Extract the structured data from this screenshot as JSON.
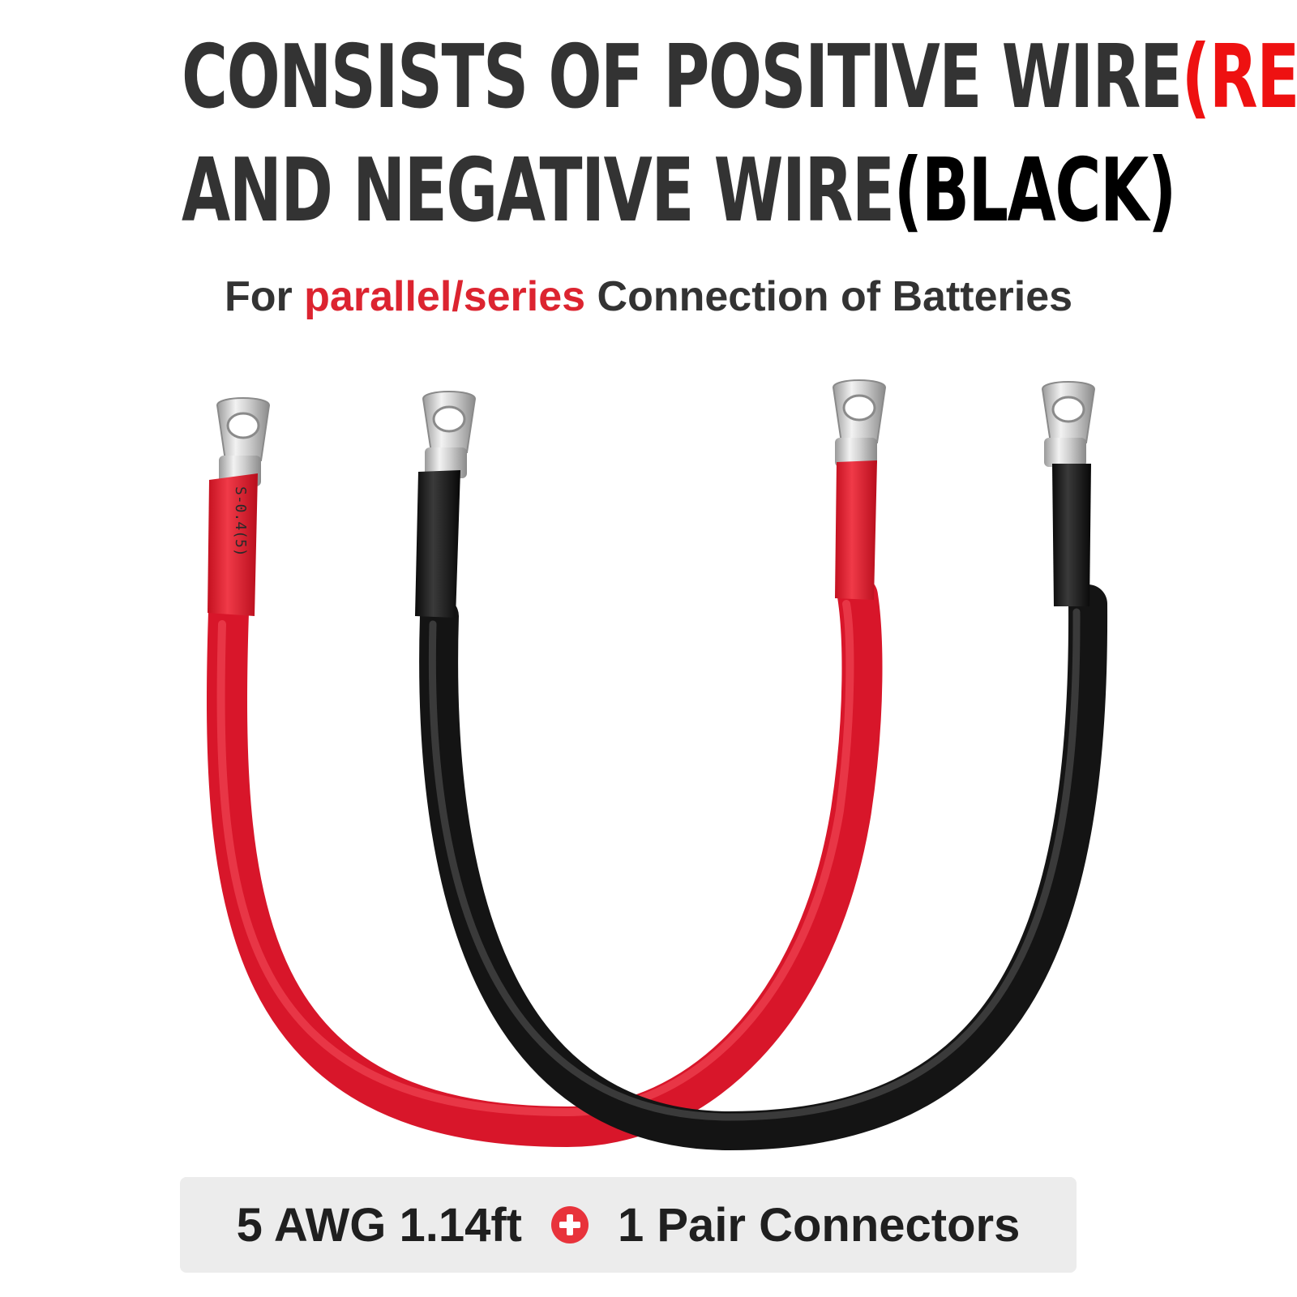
{
  "headline": {
    "line1_text": "CONSISTS OF POSITIVE WIRE",
    "line1_accent": "(RED)",
    "line2_text": "AND NEGATIVE WIRE",
    "line2_accent": "(BLACK)"
  },
  "subtitle": {
    "prefix": "For ",
    "highlight": "parallel/series",
    "suffix": " Connection of Batteries"
  },
  "product": {
    "sleeve_marking": "S-0.4(5)"
  },
  "specs": {
    "cable": "5 AWG 1.14ft",
    "plus_icon": "plus-circle-icon",
    "connectors": "1 Pair Connectors"
  },
  "colors": {
    "headline_gray": "#333333",
    "accent_red": "#ee1111",
    "highlight_red": "#dc2430",
    "red_wire": "#e0192a",
    "black_wire": "#151515",
    "spec_background": "#ececec"
  }
}
